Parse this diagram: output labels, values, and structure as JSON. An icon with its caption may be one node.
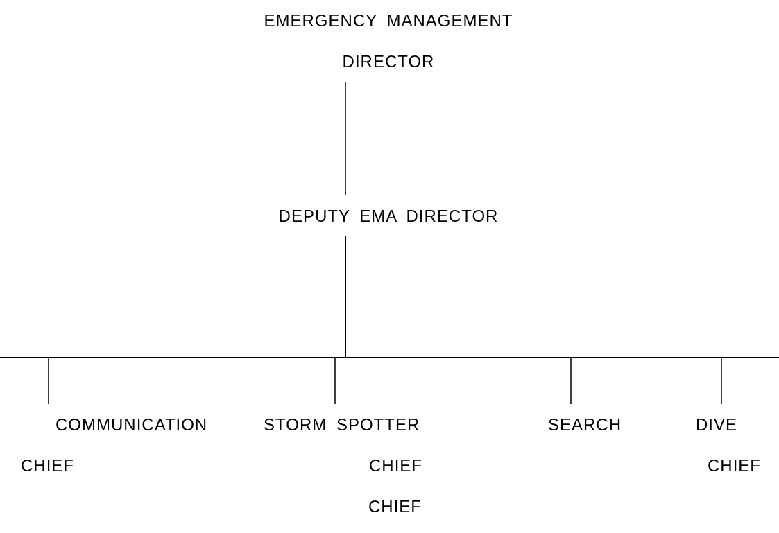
{
  "diagram": {
    "nodes": [
      {
        "text": [
          "EMERGENCY MANAGEMENT DIRECTOR"
        ]
      },
      {
        "text": [
          "DEPUTY EMA DIRECTOR"
        ]
      },
      {
        "text": [
          "COMMUNICATION CHIEF"
        ]
      },
      {
        "text": [
          "STORM SPOTTER CHIEF"
        ]
      },
      {
        "text": [
          "SEARCH"
        ]
      },
      {
        "text": [
          "DIVE CHIEF"
        ]
      }
    ],
    "edges": [
      {
        "from": 0,
        "to": 1,
        "arrow": "none"
      },
      {
        "from": 1,
        "to": 2,
        "arrow": "none"
      },
      {
        "from": 1,
        "to": 3,
        "arrow": "none"
      },
      {
        "from": 1,
        "to": 4,
        "arrow": "none"
      },
      {
        "from": 1,
        "to": 5,
        "arrow": "none"
      }
    ],
    "labels": [
      "CHIEF"
    ]
  }
}
